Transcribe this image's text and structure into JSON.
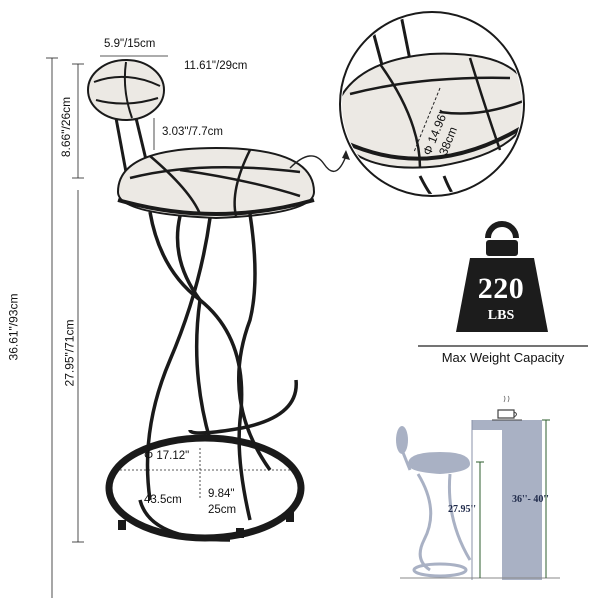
{
  "dimensions": {
    "backrest_height": "5.9\"/15cm",
    "backrest_width": "11.61\"/29cm",
    "backrest_seat_gap": "3.03\"/7.7cm",
    "back_height": "8.66\"/26cm",
    "total_height": "36.61\"/93cm",
    "seat_height": "27.95\"/71cm",
    "base_diameter_in": "Φ 17.12\"",
    "base_diameter_cm": "43.5cm",
    "base_depth_in": "9.84\"",
    "base_depth_cm": "25cm",
    "seat_diameter_in": "Φ 14.96\"",
    "seat_diameter_cm": "38cm"
  },
  "weight": {
    "value": "220",
    "unit": "LBS",
    "caption": "Max Weight Capacity"
  },
  "counter_diagram": {
    "stool_height": "27.95''",
    "counter_height": "36''- 40''"
  },
  "colors": {
    "frame": "#1a1a1a",
    "cushion": "#ece9e4",
    "weight_icon": "#1c1c1c",
    "diagram_fill": "#a9b1c4",
    "diagram_guide": "#2e5c2e"
  }
}
